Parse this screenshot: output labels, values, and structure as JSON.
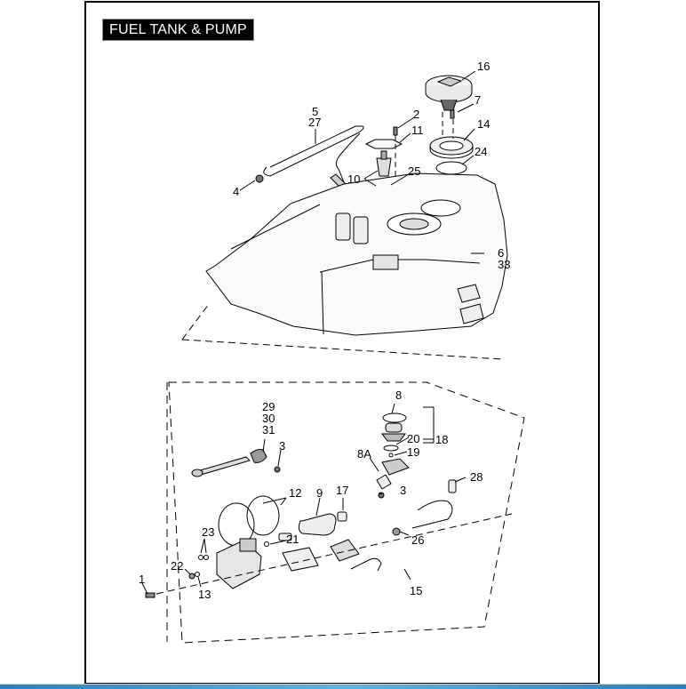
{
  "diagram": {
    "title": "FUEL TANK & PUMP",
    "callouts": [
      {
        "id": "c16",
        "text": "16"
      },
      {
        "id": "c7",
        "text": "7"
      },
      {
        "id": "c14",
        "text": "14"
      },
      {
        "id": "c24",
        "text": "24"
      },
      {
        "id": "c2",
        "text": "2"
      },
      {
        "id": "c11",
        "text": "11"
      },
      {
        "id": "c5",
        "text": "5"
      },
      {
        "id": "c27",
        "text": "27"
      },
      {
        "id": "c10",
        "text": "10"
      },
      {
        "id": "c25",
        "text": "25"
      },
      {
        "id": "c4",
        "text": "4"
      },
      {
        "id": "c6",
        "text": "6"
      },
      {
        "id": "c33",
        "text": "33"
      },
      {
        "id": "c8",
        "text": "8"
      },
      {
        "id": "c20",
        "text": "20"
      },
      {
        "id": "c18",
        "text": "18"
      },
      {
        "id": "c19",
        "text": "19"
      },
      {
        "id": "c8A",
        "text": "8A"
      },
      {
        "id": "c29",
        "text": "29"
      },
      {
        "id": "c30",
        "text": "30"
      },
      {
        "id": "c31",
        "text": "31"
      },
      {
        "id": "c3a",
        "text": "3"
      },
      {
        "id": "c3b",
        "text": "3"
      },
      {
        "id": "c28",
        "text": "28"
      },
      {
        "id": "c12",
        "text": "12"
      },
      {
        "id": "c9",
        "text": "9"
      },
      {
        "id": "c17",
        "text": "17"
      },
      {
        "id": "c23",
        "text": "23"
      },
      {
        "id": "c21",
        "text": "21"
      },
      {
        "id": "c22",
        "text": "22"
      },
      {
        "id": "c13",
        "text": "13"
      },
      {
        "id": "c1",
        "text": "1"
      },
      {
        "id": "c26",
        "text": "26"
      },
      {
        "id": "c15",
        "text": "15"
      }
    ]
  },
  "colors": {
    "line": "#000000",
    "title_bg": "#000000",
    "title_fg": "#ffffff",
    "bottom_bar": "#2a7fc0"
  }
}
